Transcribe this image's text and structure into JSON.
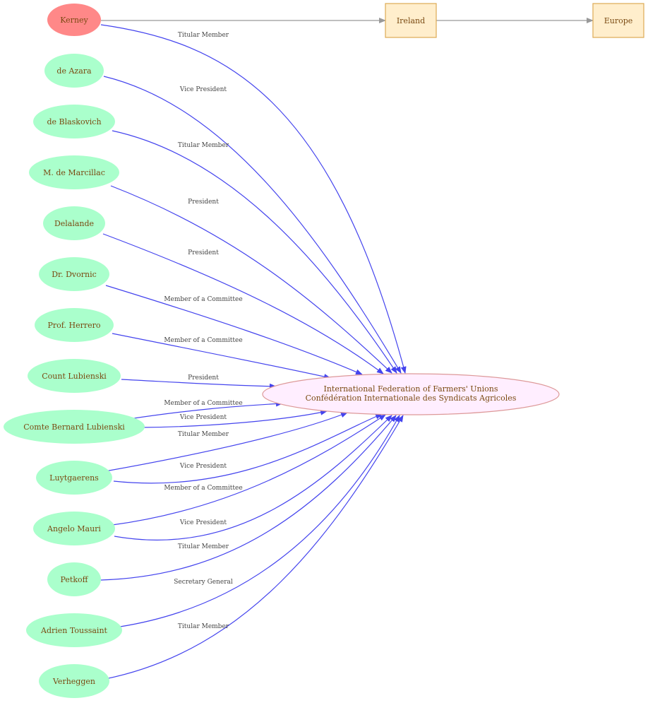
{
  "colors": {
    "person_fill": "#aaffcc",
    "highlight_fill": "#ff8888",
    "place_fill": "#ffeecc",
    "place_stroke": "#ddaa55",
    "org_fill": "#ffeeff",
    "org_stroke": "#dd9999",
    "edge_blue": "#4444ee",
    "edge_gray": "#999999",
    "text": "#7a4a12",
    "label_text": "#444444"
  },
  "organization": {
    "line1": "International Federation of Farmers' Unions",
    "line2": "Confédération Internationale des Syndicats Agricoles"
  },
  "places": [
    {
      "id": "ireland",
      "label": "Ireland"
    },
    {
      "id": "europe",
      "label": "Europe"
    }
  ],
  "people": [
    {
      "id": "kerney",
      "label": "Kerney",
      "highlight": true
    },
    {
      "id": "de-azara",
      "label": "de Azara"
    },
    {
      "id": "de-blaskovich",
      "label": "de Blaskovich"
    },
    {
      "id": "marcillac",
      "label": "M. de Marcillac"
    },
    {
      "id": "delalande",
      "label": "Delalande"
    },
    {
      "id": "dvornic",
      "label": "Dr. Dvornic"
    },
    {
      "id": "herrero",
      "label": "Prof. Herrero"
    },
    {
      "id": "count-lubienski",
      "label": "Count Lubienski"
    },
    {
      "id": "comte-lubienski",
      "label": "Comte Bernard Lubienski"
    },
    {
      "id": "luytgaerens",
      "label": "Luytgaerens"
    },
    {
      "id": "mauri",
      "label": "Angelo Mauri"
    },
    {
      "id": "petkoff",
      "label": "Petkoff"
    },
    {
      "id": "toussaint",
      "label": "Adrien Toussaint"
    },
    {
      "id": "verheggen",
      "label": "Verheggen"
    }
  ],
  "relations": [
    {
      "from": "kerney",
      "label": "Titular Member"
    },
    {
      "from": "de-azara",
      "label": "Vice President"
    },
    {
      "from": "de-blaskovich",
      "label": "Titular Member"
    },
    {
      "from": "marcillac",
      "label": "President"
    },
    {
      "from": "delalande",
      "label": "President"
    },
    {
      "from": "dvornic",
      "label": "Member of a Committee"
    },
    {
      "from": "herrero",
      "label": "Member of a Committee"
    },
    {
      "from": "count-lubienski",
      "label": "President"
    },
    {
      "from": "comte-lubienski",
      "label": "Member of a Committee"
    },
    {
      "from": "comte-lubienski",
      "label": "Vice President"
    },
    {
      "from": "luytgaerens",
      "label": "Titular Member"
    },
    {
      "from": "luytgaerens",
      "label": "Vice President"
    },
    {
      "from": "mauri",
      "label": "Member of a Committee"
    },
    {
      "from": "mauri",
      "label": "Vice President"
    },
    {
      "from": "petkoff",
      "label": "Titular Member"
    },
    {
      "from": "toussaint",
      "label": "Secretary General"
    },
    {
      "from": "verheggen",
      "label": "Titular Member"
    }
  ],
  "location_links": [
    {
      "from": "kerney",
      "to": "ireland"
    },
    {
      "from": "ireland",
      "to": "europe"
    }
  ]
}
